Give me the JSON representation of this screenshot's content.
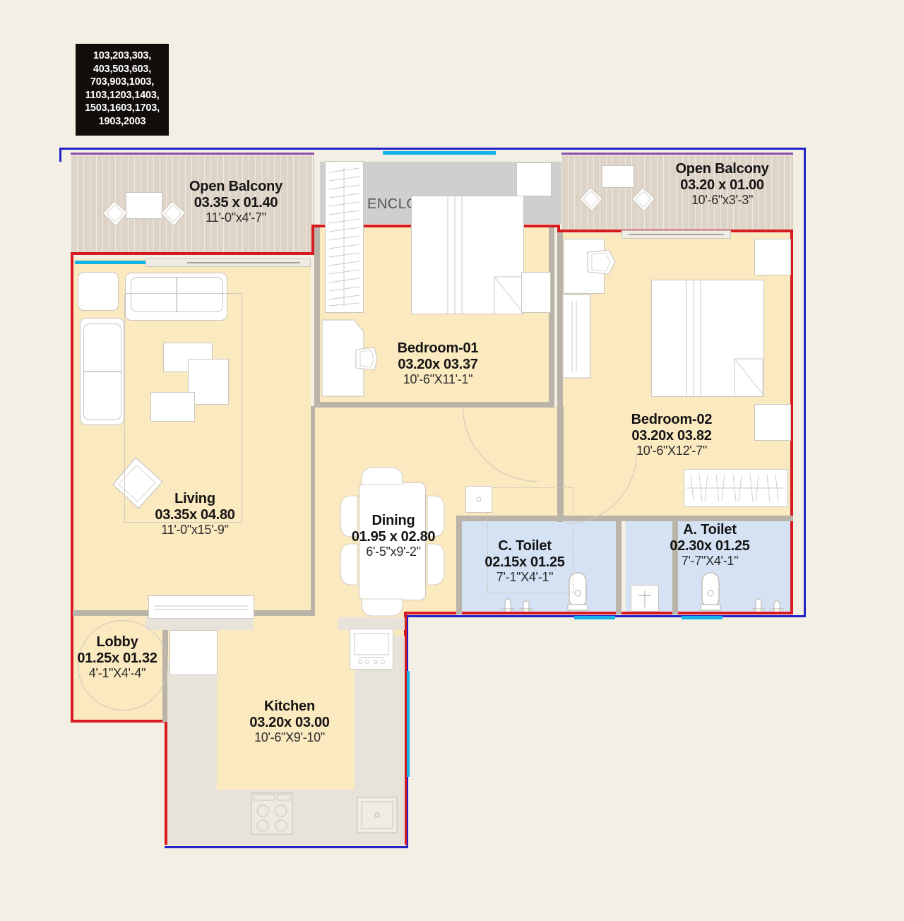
{
  "unit_tag": {
    "name": "unit-numbers",
    "lines": [
      "103,203,303,",
      "403,503,603,",
      "703,903,1003,",
      "1103,1203,1403,",
      "1503,1603,1703,",
      "1903,2003"
    ]
  },
  "annotations": {
    "enclosure_label": "ENCLO"
  },
  "colors": {
    "background": "#f4efe4",
    "room_fill": "#fbe9c0",
    "balcony_fill": "#ded3c7",
    "toilet_fill": "#d5e2f4",
    "wall_red": "#d71920",
    "wall_blue": "#2222c8",
    "wall_purple": "#8a4fa8",
    "wall_cyan": "#13b4e8",
    "unit_tag_bg": "#100d0b"
  },
  "rooms": [
    {
      "id": "open-balcony-left",
      "name": "Open Balcony",
      "metric": "03.35 x 01.40",
      "imperial": "11'-0\"x4'-7\""
    },
    {
      "id": "open-balcony-right",
      "name": "Open Balcony",
      "metric": "03.20 x 01.00",
      "imperial": "10'-6\"x3'-3\""
    },
    {
      "id": "bedroom-01",
      "name": "Bedroom-01",
      "metric": "03.20x 03.37",
      "imperial": "10'-6\"X11'-1\""
    },
    {
      "id": "bedroom-02",
      "name": "Bedroom-02",
      "metric": "03.20x 03.82",
      "imperial": "10'-6\"X12'-7\""
    },
    {
      "id": "living",
      "name": "Living",
      "metric": "03.35x 04.80",
      "imperial": "11'-0\"x15'-9\""
    },
    {
      "id": "dining",
      "name": "Dining",
      "metric": "01.95 x 02.80",
      "imperial": "6'-5\"x9'-2\""
    },
    {
      "id": "common-toilet",
      "name": "C. Toilet",
      "metric": "02.15x 01.25",
      "imperial": "7'-1\"X4'-1\""
    },
    {
      "id": "attached-toilet",
      "name": "A. Toilet",
      "metric": "02.30x 01.25",
      "imperial": "7'-7\"X4'-1\""
    },
    {
      "id": "lobby",
      "name": "Lobby",
      "metric": "01.25x 01.32",
      "imperial": "4'-1\"X4'-4\""
    },
    {
      "id": "kitchen",
      "name": "Kitchen",
      "metric": "03.20x 03.00",
      "imperial": "10'-6\"X9'-10\""
    }
  ]
}
